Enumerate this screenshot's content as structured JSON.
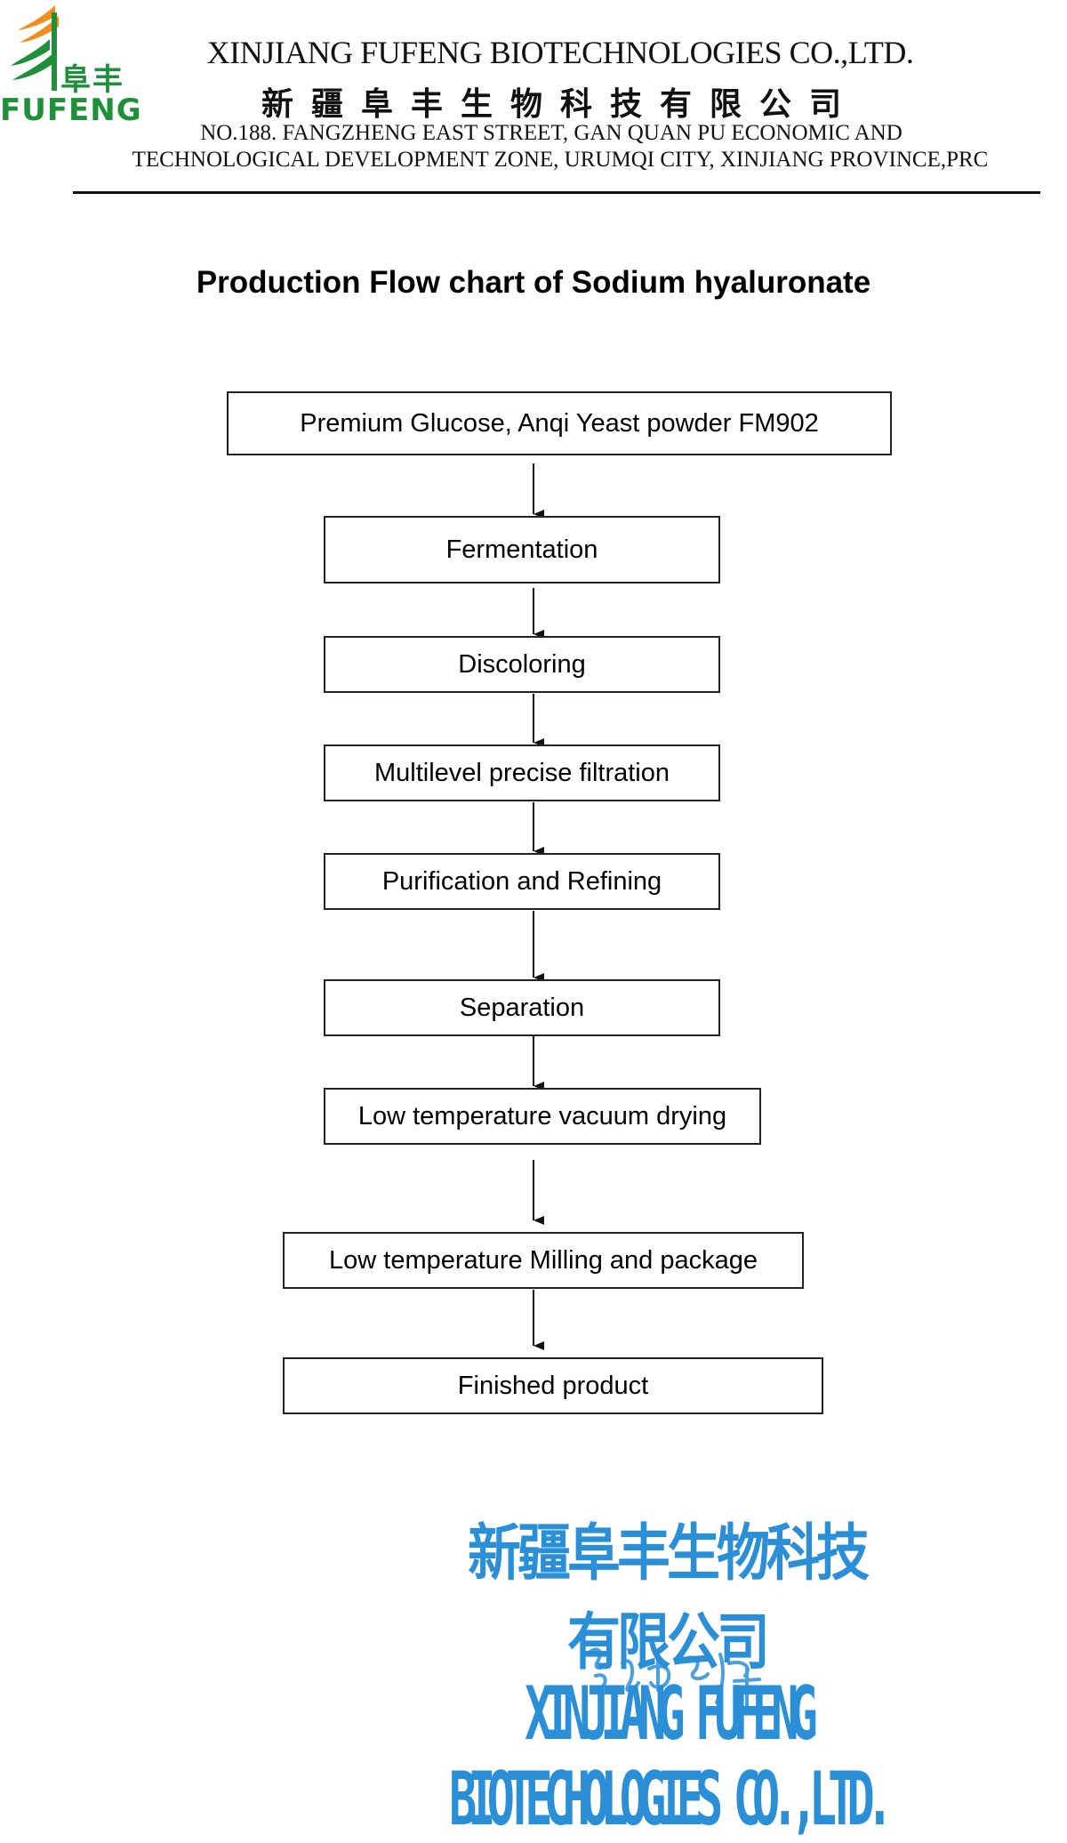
{
  "logo": {
    "chinese": "阜丰",
    "english": "FUFENG",
    "colors": {
      "orange": "#f28c1c",
      "green": "#1f8f3a"
    }
  },
  "header": {
    "company_en": "XINJIANG FUFENG BIOTECHNOLOGIES CO.,LTD.",
    "company_cn": "新疆阜丰生物科技有限公司",
    "address_line1": "NO.188. FANGZHENG EAST STREET, GAN QUAN PU ECONOMIC AND",
    "address_line2": "TECHNOLOGICAL DEVELOPMENT ZONE, URUMQI CITY, XINJIANG PROVINCE,PRC"
  },
  "title": "Production Flow chart of Sodium hyaluronate",
  "steps": [
    "Premium Glucose, Anqi Yeast powder FM902",
    "Fermentation",
    "Discoloring",
    "Multilevel precise filtration",
    "Purification and Refining",
    "Separation",
    "Low temperature vacuum drying",
    "Low temperature Milling and package",
    "Finished product"
  ],
  "stamp": {
    "chinese": "新疆阜丰生物科技有限公司",
    "english": "XINJIANG FUFENG BIOTECHOLOGIES CO.,LTD.",
    "color": "#2a8fd6"
  }
}
